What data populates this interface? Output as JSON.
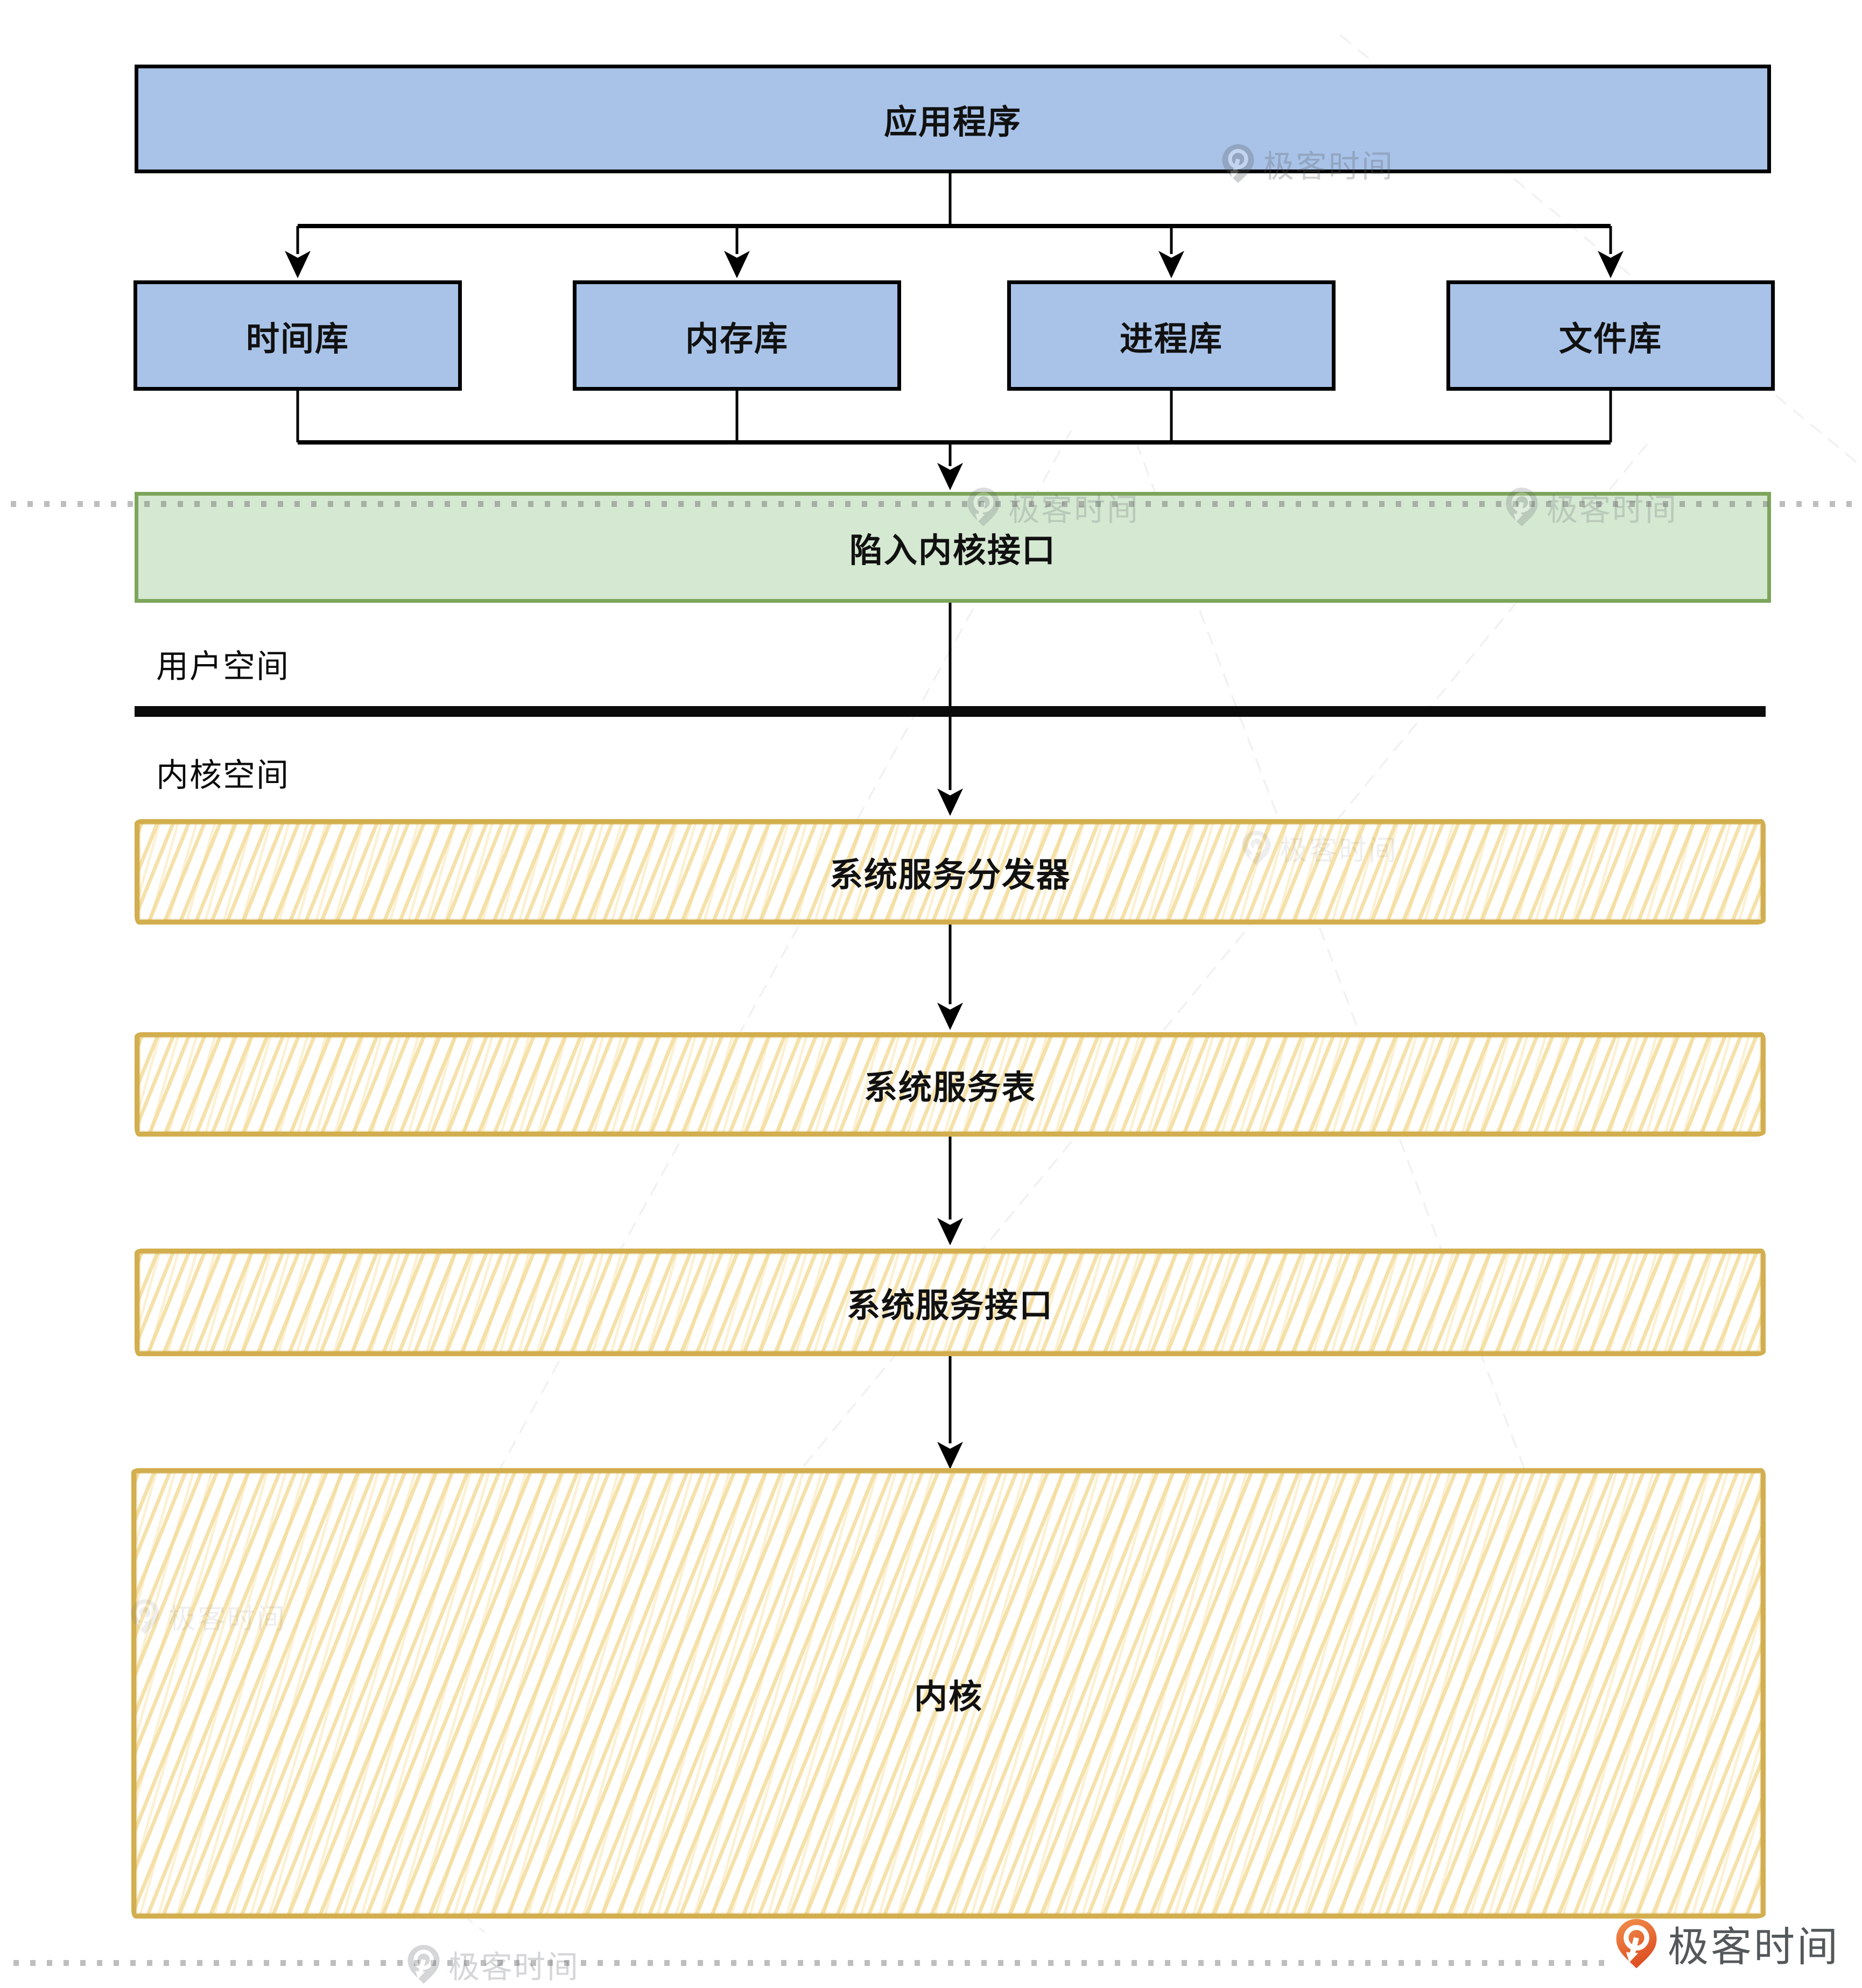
{
  "diagram": {
    "title_box": "应用程序",
    "libraries": [
      "时间库",
      "内存库",
      "进程库",
      "文件库"
    ],
    "trap_interface_box": "陷入内核接口",
    "user_space_label": "用户空间",
    "kernel_space_label": "内核空间",
    "service_dispatcher_box": "系统服务分发器",
    "service_table_box": "系统服务表",
    "service_interface_box": "系统服务接口",
    "kernel_box": "内核",
    "colors": {
      "library_fill": "#A9C3E8",
      "library_border": "#000000",
      "trap_fill": "#D5E8D2",
      "trap_border": "#7DA55B",
      "sketch_border": "#D2AE4E",
      "sketch_hatch": "#F2D78E",
      "divider": "#0B0B0B",
      "arrow": "#000000"
    }
  },
  "watermark": {
    "text": "极客时间"
  },
  "branding": {
    "logo_text": "极客时间",
    "logo_color": "#E85A28",
    "logo_text_color": "#54585B"
  }
}
